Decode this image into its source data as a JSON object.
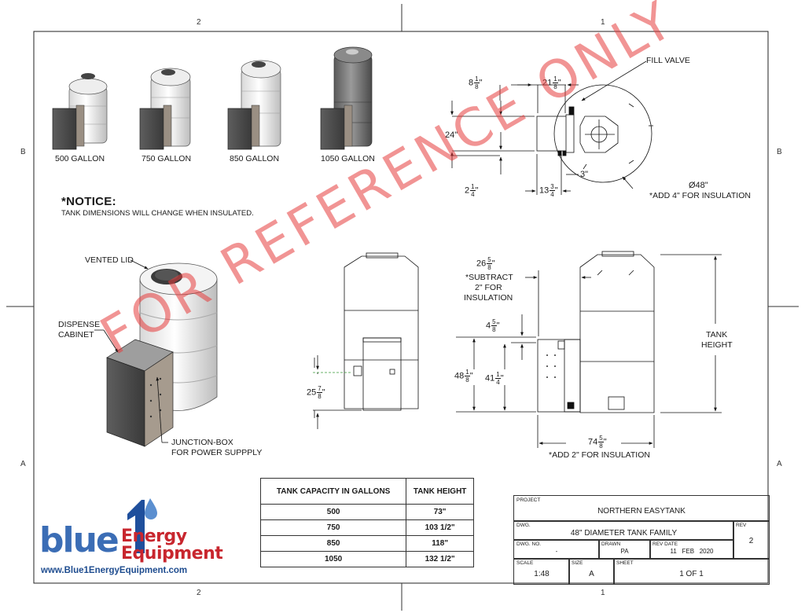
{
  "zones": {
    "top": [
      "2",
      "1"
    ],
    "bottom": [
      "2",
      "1"
    ],
    "left": [
      "B",
      "A"
    ],
    "right": [
      "B",
      "A"
    ]
  },
  "models": [
    {
      "label": "500 GALLON"
    },
    {
      "label": "750 GALLON"
    },
    {
      "label": "850 GALLON"
    },
    {
      "label": "1050 GALLON"
    }
  ],
  "notice": {
    "title": "*NOTICE:",
    "text": "TANK DIMENSIONS WILL CHANGE WHEN INSULATED."
  },
  "top_view": {
    "fill_valve": "FILL VALVE",
    "dim_a": {
      "whole": "8",
      "num": "1",
      "den": "8",
      "unit": "\""
    },
    "dim_b": {
      "whole": "21",
      "num": "1",
      "den": "8",
      "unit": "\""
    },
    "dim_c": "24\"",
    "dim_d": {
      "whole": "2",
      "num": "1",
      "den": "4",
      "unit": "\""
    },
    "dim_e": {
      "whole": "13",
      "num": "3",
      "den": "4",
      "unit": "\""
    },
    "dim_f": "3\"",
    "diameter": "Ø48\"",
    "diameter_note": "*ADD 4\" FOR INSULATION"
  },
  "iso_view": {
    "vented_lid": "VENTED LID",
    "dispense_cabinet": [
      "DISPENSE",
      "CABINET"
    ],
    "junction_box": [
      "JUNCTION-BOX",
      "FOR POWER SUPPPLY"
    ]
  },
  "front_view": {
    "dim_cab_height": {
      "whole": "25",
      "num": "7",
      "den": "8",
      "unit": "\""
    }
  },
  "side_view": {
    "dim_top": {
      "whole": "26",
      "num": "5",
      "den": "8",
      "unit": "\""
    },
    "subtract_note": [
      "*SUBTRACT",
      "2\" FOR",
      "INSULATION"
    ],
    "dim_small": {
      "whole": "4",
      "num": "5",
      "den": "8",
      "unit": "\""
    },
    "dim_48": {
      "whole": "48",
      "num": "1",
      "den": "8",
      "unit": "\""
    },
    "dim_41": {
      "whole": "41",
      "num": "1",
      "den": "4",
      "unit": "\""
    },
    "tank_height": [
      "TANK",
      "HEIGHT"
    ],
    "dim_width": {
      "whole": "74",
      "num": "5",
      "den": "8",
      "unit": "\""
    },
    "width_note": "*ADD 2\" FOR INSULATION"
  },
  "capacity_table": {
    "headers": [
      "TANK CAPACITY IN GALLONS",
      "TANK HEIGHT"
    ],
    "rows": [
      [
        "500",
        "73\""
      ],
      [
        "750",
        "103 1/2\""
      ],
      [
        "850",
        "118\""
      ],
      [
        "1050",
        "132 1/2\""
      ]
    ]
  },
  "watermark": "FOR REFERENCE ONLY",
  "logo": {
    "word1": "blue",
    "digit": "1",
    "word2": "Energy",
    "word3": "Equipment",
    "url": "www.Blue1EnergyEquipment.com"
  },
  "title_block": {
    "project_cap": "PROJECT",
    "project": "NORTHERN EASYTANK",
    "dwg_cap": "DWG.",
    "dwg": "48\" DIAMETER TANK FAMILY",
    "rev_cap": "REV",
    "rev": "2",
    "dwg_no_cap": "DWG. NO.",
    "dwg_no": "-",
    "drawn_cap": "DRAWN",
    "drawn": "PA",
    "rev_date_cap": "REV DATE",
    "rev_date": "11   FEB   2020",
    "scale_cap": "SCALE",
    "scale": "1:48",
    "size_cap": "SIZE",
    "size": "A",
    "sheet_cap": "SHEET",
    "sheet": "1 OF 1"
  }
}
